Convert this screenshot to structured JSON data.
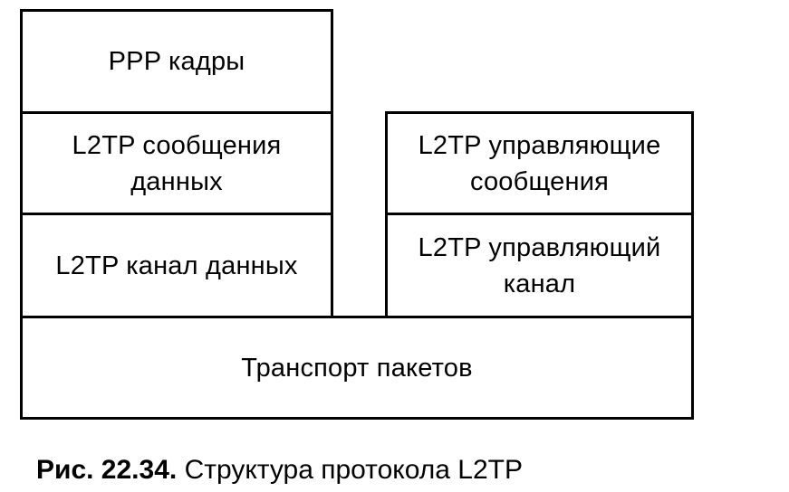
{
  "diagram": {
    "left_stack": {
      "ppp": "PPP кадры",
      "data_messages": [
        "L2TP сообщения",
        "данных"
      ],
      "data_channel": "L2TP канал данных"
    },
    "right_stack": {
      "control_messages": [
        "L2TP управляющие",
        "сообщения"
      ],
      "control_channel": [
        "L2TP управляющий",
        "канал"
      ]
    },
    "transport": "Транспорт пакетов"
  },
  "caption": {
    "number": "Рис. 22.34.",
    "text": "Структура протокола L2TP"
  }
}
